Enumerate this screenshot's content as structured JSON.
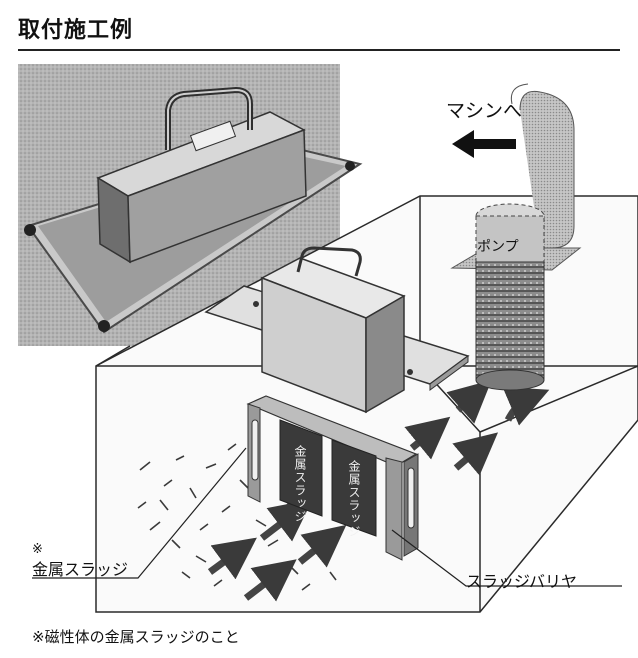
{
  "title": "取付施工例",
  "labels": {
    "machine": "マシンへ",
    "pump": "ポンプ",
    "sludge_mark": "※",
    "sludge": "金属スラッジ",
    "barrier": "スラッジバリヤ",
    "magnet_label": "金属スラッジ",
    "footnote": "※磁性体の金属スラッジのこと"
  },
  "colors": {
    "tank_line": "#2a2a2a",
    "photo_bg": "#a9a9a9",
    "arrow": "#444444",
    "magnet_dark": "#3a3a3a"
  }
}
